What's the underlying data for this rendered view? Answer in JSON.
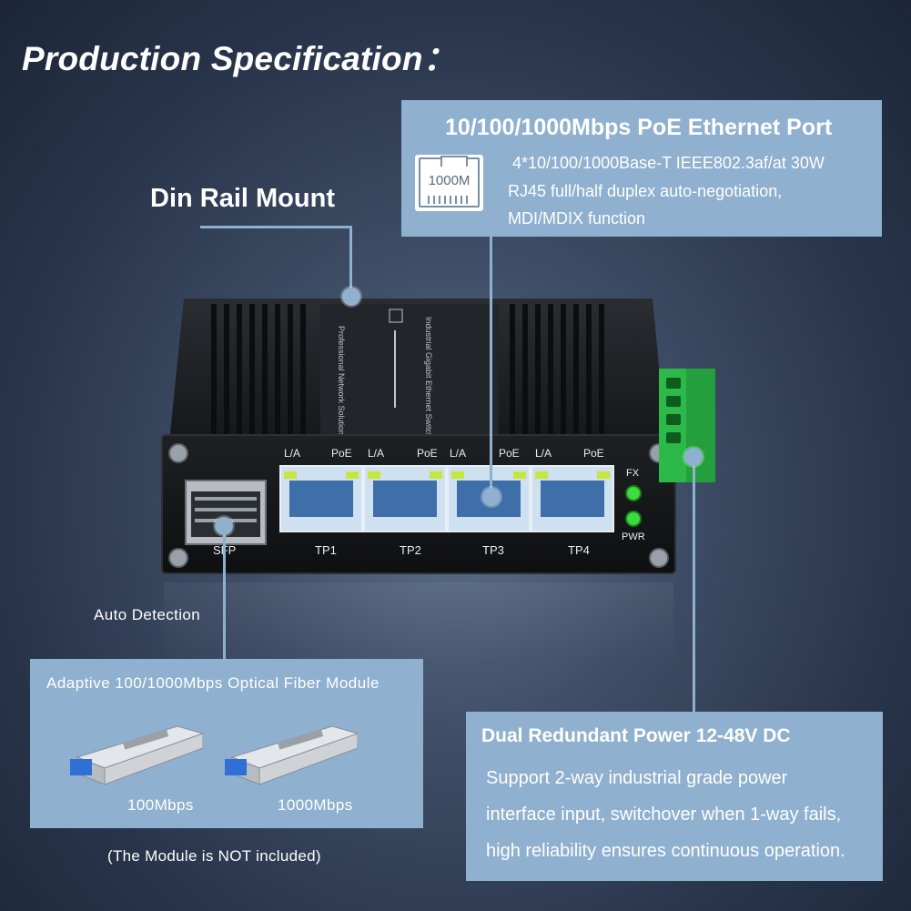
{
  "title": "Production Specification：",
  "labels": {
    "din_rail": "Din Rail Mount",
    "auto_detection": "Auto Detection",
    "module_note": "(The Module is NOT included)"
  },
  "poe_port": {
    "title": "10/100/1000Mbps PoE Ethernet Port",
    "icon_label": "1000M",
    "lines": [
      "4*10/100/1000Base-T IEEE802.3af/at 30W",
      "RJ45 full/half duplex auto-negotiation,",
      "MDI/MDIX function"
    ]
  },
  "fiber": {
    "title": "Adaptive 100/1000Mbps Optical Fiber Module",
    "modules": [
      "100Mbps",
      "1000Mbps"
    ]
  },
  "power": {
    "title": "Dual Redundant Power 12-48V DC",
    "lines": [
      "Support 2-way industrial grade power",
      "interface input, switchover when 1-way fails,",
      "high reliability ensures continuous operation."
    ]
  },
  "device": {
    "port_led_labels": [
      "L/A",
      "PoE",
      "L/A",
      "PoE",
      "L/A",
      "PoE",
      "L/A",
      "PoE"
    ],
    "port_names": [
      "TP1",
      "TP2",
      "TP3",
      "TP4"
    ],
    "sfp_label": "SFP",
    "fx_label": "FX",
    "pwr_label": "PWR",
    "side_text_1": "Professional Network Solution",
    "side_text_2": "Industrial Gigabit Ethernet Switch"
  },
  "colors": {
    "box": "#8fb0cf",
    "terminal_green": "#2db84a",
    "led_green": "#3ddc3d"
  }
}
